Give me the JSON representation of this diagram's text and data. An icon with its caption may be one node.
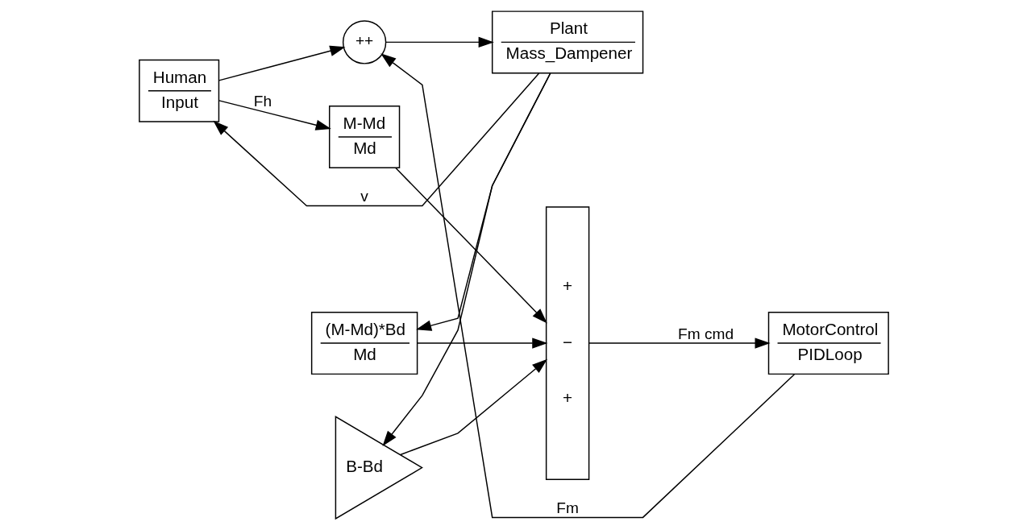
{
  "diagram": {
    "nodes": [
      {
        "text": [
          "Human",
          "Input"
        ]
      },
      {
        "text": [
          "M-Md",
          "Md"
        ]
      },
      {
        "text": [
          "(M-Md)*Bd",
          "Md"
        ]
      },
      {
        "text": [
          "B-Bd"
        ]
      },
      {
        "text": [
          "+",
          "−",
          "+"
        ]
      },
      {
        "text": [
          "+",
          "+"
        ]
      },
      {
        "text": [
          "Plant",
          "Mass_Dampener"
        ]
      },
      {
        "text": [
          "MotorControl",
          "PIDLoop"
        ]
      }
    ],
    "edges": [
      {
        "from": 0,
        "to": 1,
        "arrow": "to",
        "label": "Fh"
      },
      {
        "from": 0,
        "to": 5,
        "arrow": "to"
      },
      {
        "from": 1,
        "to": 4,
        "arrow": "to"
      },
      {
        "from": 2,
        "to": 4,
        "arrow": "to"
      },
      {
        "from": 3,
        "to": 4,
        "arrow": "to"
      },
      {
        "from": 4,
        "to": 7,
        "arrow": "to",
        "label": "Fm cmd"
      },
      {
        "from": 7,
        "to": 5,
        "arrow": "to",
        "label": "Fm"
      },
      {
        "from": 5,
        "to": 6,
        "arrow": "to"
      },
      {
        "from": 6,
        "to": 0,
        "arrow": "to",
        "label": "v"
      },
      {
        "from": 6,
        "to": 2,
        "arrow": "to"
      },
      {
        "from": 6,
        "to": 3,
        "arrow": "to"
      }
    ]
  }
}
